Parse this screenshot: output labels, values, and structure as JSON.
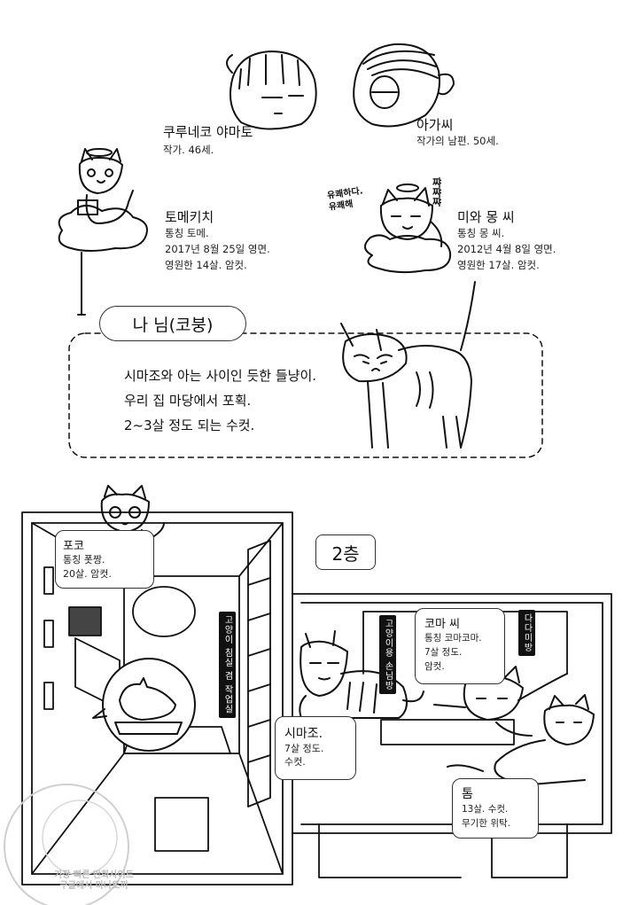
{
  "characters": {
    "yamato": {
      "name": "쿠루네코 야마토",
      "desc": "작가. 46세."
    },
    "agassi": {
      "name": "아가씨",
      "desc": "작가의 남편. 50세."
    },
    "tomekichi": {
      "name": "토메키치",
      "line1": "통칭 토메.",
      "line2": "2017년 8월 25일 영면.",
      "line3": "영원한 14살. 암컷."
    },
    "miwamong": {
      "name": "미와 몽 씨",
      "line1": "통칭 몽 씨.",
      "line2": "2012년 4월 8일 영면.",
      "line3": "영원한 17살. 암컷."
    },
    "happy_sfx": {
      "line1": "유쾌하다.",
      "line2": "유쾌해"
    },
    "sfx_right": "쨔쨔쨔"
  },
  "nanim": {
    "title": "나 님(코붕)",
    "line1": "시마조와 아는 사이인 듯한 들냥이.",
    "line2": "우리 집 마당에서 포획.",
    "line3": "2~3살 정도 되는 수컷."
  },
  "floor": {
    "label": "2층"
  },
  "rooms": {
    "room1": "고양이 침실 겸 작업실",
    "room2": "고양이용 손님방",
    "room3": "다다미방"
  },
  "cats": {
    "poko": {
      "name": "포코",
      "line1": "통칭 폿짱.",
      "line2": "20살. 암컷."
    },
    "shimazo": {
      "name": "시마조.",
      "line1": "7살 정도.",
      "line2": "수컷."
    },
    "koma": {
      "name": "코마 씨",
      "line1": "통칭 코마코마.",
      "line2": "7살 정도.",
      "line3": "암컷."
    },
    "tom": {
      "name": "톰",
      "line1": "13살. 수컷.",
      "line2": "무기한 위탁."
    }
  },
  "watermark": {
    "line1": "가장 빠른 만화사이트",
    "line2": "구글에서 마나토끼"
  }
}
